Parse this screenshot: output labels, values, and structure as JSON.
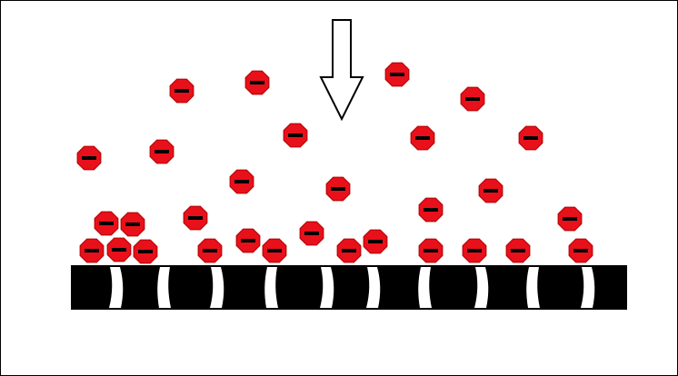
{
  "diagram": {
    "particle_sign": "−",
    "particle_count": 31,
    "particle_fill": "#e8101a",
    "particle_stroke": "#b00000",
    "sign_color": "#000000",
    "membrane_color": "#000000",
    "pore_color": "#ffffff",
    "pore_count": 10,
    "arrow_direction": "down",
    "arrow_fill": "#ffffff",
    "arrow_stroke": "#000000",
    "frame_color": "#000000"
  }
}
